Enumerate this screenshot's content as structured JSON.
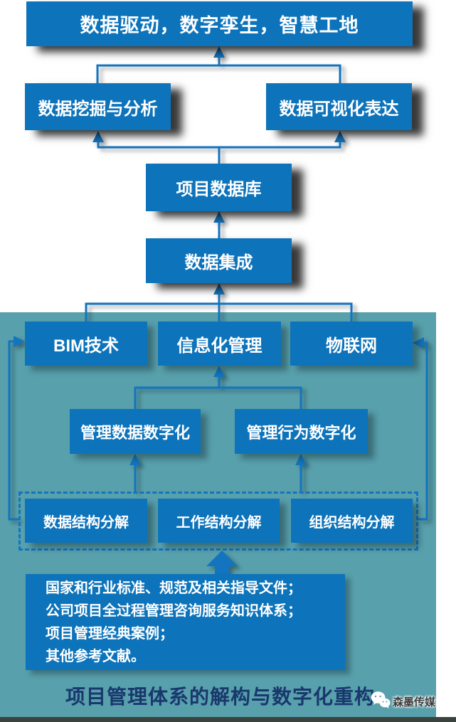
{
  "diagram": {
    "top_banner": "数据驱动，数字孪生，智慧工地",
    "outputs": {
      "mining": "数据挖掘与分析",
      "visualization": "数据可视化表达"
    },
    "database": "项目数据库",
    "integration": "数据集成",
    "tech": {
      "bim": "BIM技术",
      "info_mgmt": "信息化管理",
      "iot": "物联网"
    },
    "digitization": {
      "data": "管理数据数字化",
      "behavior": "管理行为数字化"
    },
    "decomposition": {
      "data": "数据结构分解",
      "work": "工作结构分解",
      "org": "组织结构分解"
    },
    "sources": {
      "lines": [
        "国家和行业标准、规范及相关指导文件；",
        "公司项目全过程管理咨询服务知识体系；",
        "项目管理经典案例；",
        "其他参考文献。"
      ]
    },
    "caption": "项目管理体系的解构与数字化重构"
  },
  "watermark": {
    "label": "森墨传媒",
    "icon": "wechat-icon"
  },
  "colors": {
    "box_blue": "#0d73ba",
    "line_blue": "#1374bf",
    "panel_teal": "#58a0ac",
    "caption_navy": "#19386d"
  }
}
